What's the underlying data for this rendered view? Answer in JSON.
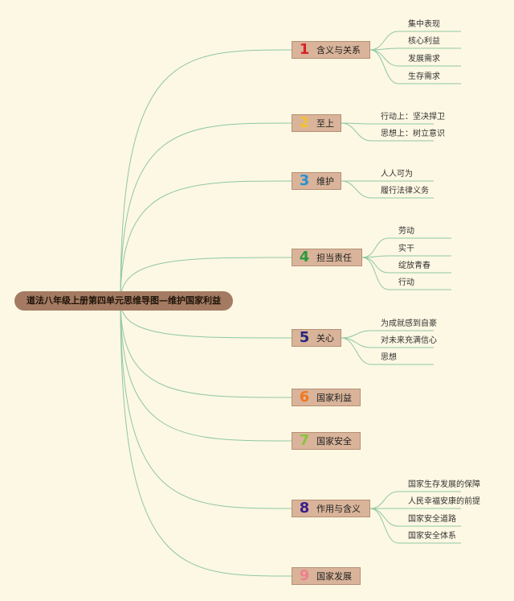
{
  "root": {
    "label": "道法八年级上册第四单元思维导图—维护国家利益"
  },
  "colors": {
    "background": "#fdf8e3",
    "line": "#8fc7a3",
    "root_fill": "#a47b62",
    "branch_fill": "#d9b49a"
  },
  "branches": [
    {
      "num": "1",
      "color": "#d8232a",
      "label": "含义与关系",
      "children": [
        "集中表现",
        "核心利益",
        "发展需求",
        "生存需求"
      ]
    },
    {
      "num": "2",
      "color": "#f2c230",
      "label": "至上",
      "children": [
        "行动上：坚决捍卫",
        "思想上：树立意识"
      ]
    },
    {
      "num": "3",
      "color": "#2c8fd0",
      "label": "维护",
      "children": [
        "人人可为",
        "履行法律义务"
      ]
    },
    {
      "num": "4",
      "color": "#2b9a3a",
      "label": "担当责任",
      "children": [
        "劳动",
        "实干",
        "绽放青春",
        "行动"
      ]
    },
    {
      "num": "5",
      "color": "#26267a",
      "label": "关心",
      "children": [
        "为成就感到自豪",
        "对未来充满信心",
        "思想"
      ]
    },
    {
      "num": "6",
      "color": "#f07820",
      "label": "国家利益",
      "children": []
    },
    {
      "num": "7",
      "color": "#8ac43f",
      "label": "国家安全",
      "children": []
    },
    {
      "num": "8",
      "color": "#3a1e8a",
      "label": "作用与含义",
      "children": [
        "国家生存发展的保障",
        "人民幸福安康的前提",
        "国家安全道路",
        "国家安全体系"
      ]
    },
    {
      "num": "9",
      "color": "#f0808a",
      "label": "国家发展",
      "children": []
    }
  ]
}
